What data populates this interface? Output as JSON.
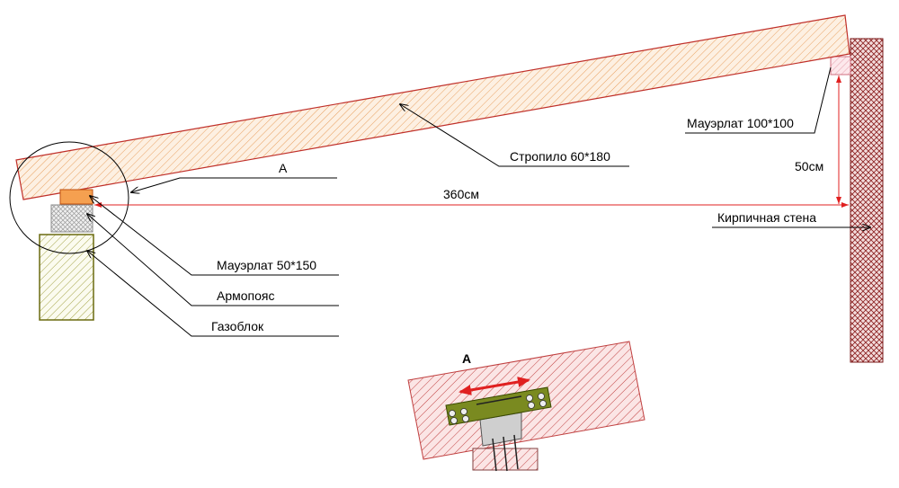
{
  "labels": {
    "callout_a": "A",
    "rafter": "Стропило 60*180",
    "mauerlat_top": "Мауэрлат 100*100",
    "height_dim": "50см",
    "span_dim": "360см",
    "brick_wall": "Кирпичная стена",
    "mauerlat_bottom": "Мауэрлат 50*150",
    "armopoyas": "Армопояс",
    "gazoblok": "Газоблок",
    "detail_title": "A"
  },
  "colors": {
    "rafter_fill": "#fde9d4",
    "rafter_hatch": "#e8a060",
    "rafter_stroke": "#c0302a",
    "brick_hatch": "#8b2020",
    "gazoblok_hatch": "#a0a040",
    "gazoblok_stroke": "#6b6b10",
    "armopoyas_hatch": "#9a9a9a",
    "mauerlat_fill": "#f5a050",
    "dimension_red": "#e02020",
    "detail_plate": "#7a8a20",
    "detail_bracket": "#c8c8c8"
  }
}
